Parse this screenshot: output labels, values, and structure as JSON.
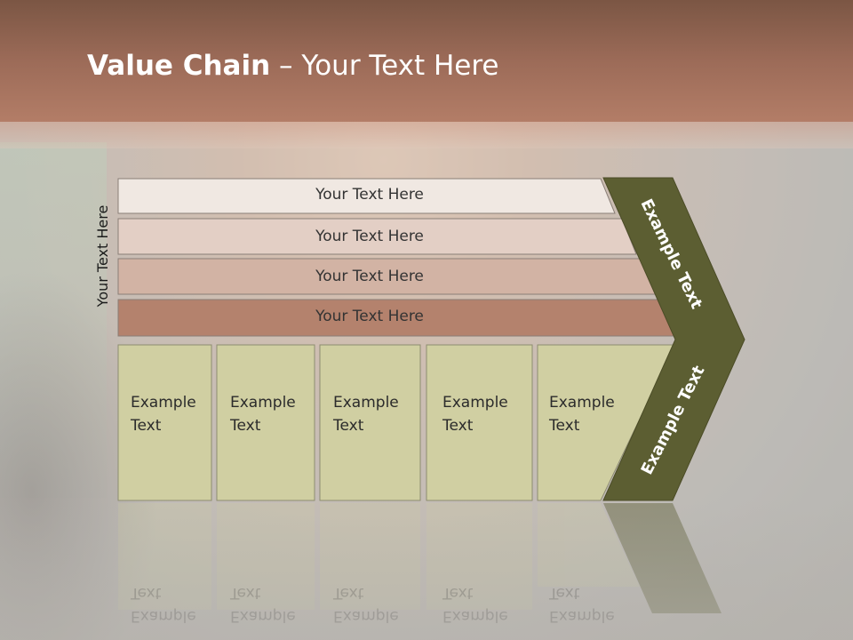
{
  "slide": {
    "title_bold": "Value Chain",
    "title_rest": " – Your Text Here",
    "side_label": "Your Text Here"
  },
  "bars": [
    {
      "label": "Your Text Here",
      "fill": "#f0e8e2"
    },
    {
      "label": "Your Text Here",
      "fill": "#e3cfc5"
    },
    {
      "label": "Your Text Here",
      "fill": "#d2b3a4"
    },
    {
      "label": "Your Text Here",
      "fill": "#b4826d"
    }
  ],
  "columns": [
    {
      "line1": "Example",
      "line2": "Text"
    },
    {
      "line1": "Example",
      "line2": "Text"
    },
    {
      "line1": "Example",
      "line2": "Text"
    },
    {
      "line1": "Example",
      "line2": "Text"
    },
    {
      "line1": "Example",
      "line2": "Text"
    }
  ],
  "chevron": {
    "upper_label": "Example Text",
    "lower_label": "Example Text",
    "color": "#5c5e32"
  },
  "colors": {
    "column_fill": "#d0cfa2",
    "header": "#9c6b58"
  }
}
